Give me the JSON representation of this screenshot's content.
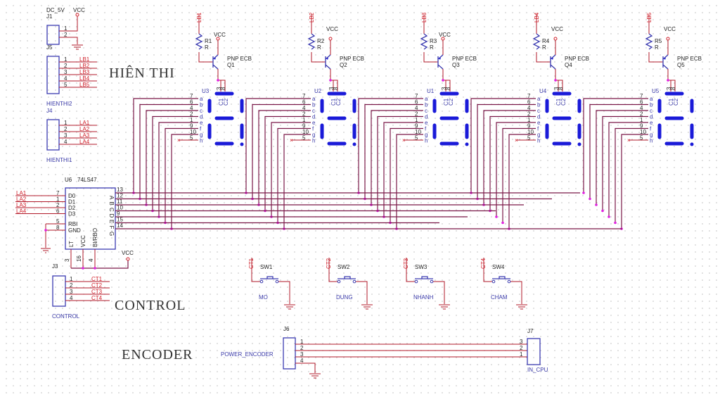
{
  "titles": {
    "display": "HIÊN THI",
    "control": "CONTROL",
    "encoder": "ENCODER"
  },
  "power": {
    "ref": "J1",
    "name": "DC_5V",
    "vcc": "VCC",
    "pins": [
      "1",
      "2"
    ],
    "bottom_ref": "J5"
  },
  "hienthi2": {
    "name": "HIENTHI2",
    "ref": "J4",
    "pins": [
      "1",
      "2",
      "3",
      "4",
      "5"
    ],
    "nets": [
      "LB1",
      "LB2",
      "LB3",
      "LB4",
      "LB5"
    ]
  },
  "hienthi1": {
    "name": "HIENTHI1",
    "pins": [
      "1",
      "2",
      "3",
      "4"
    ],
    "nets": [
      "LA1",
      "LA2",
      "LA3",
      "LA4"
    ]
  },
  "decoder": {
    "ref": "U6",
    "part": "74LS47",
    "inputs": [
      {
        "net": "LA1",
        "pin": "7",
        "name": "D0"
      },
      {
        "net": "LA2",
        "pin": "1",
        "name": "D1"
      },
      {
        "net": "LA3",
        "pin": "2",
        "name": "D2"
      },
      {
        "net": "LA4",
        "pin": "6",
        "name": "D3"
      }
    ],
    "rbi": {
      "pin": "5",
      "name": "RBI"
    },
    "gnd": {
      "pin": "8",
      "name": "GND"
    },
    "bottom": [
      {
        "pin": "3",
        "name": "LT"
      },
      {
        "pin": "16",
        "name": "VCC"
      },
      {
        "pin": "4",
        "name": "BI/RBO"
      }
    ],
    "outputs": [
      {
        "pin": "13",
        "name": "A"
      },
      {
        "pin": "12",
        "name": "B"
      },
      {
        "pin": "11",
        "name": "C"
      },
      {
        "pin": "10",
        "name": "D"
      },
      {
        "pin": "9",
        "name": "E"
      },
      {
        "pin": "15",
        "name": "F"
      },
      {
        "pin": "14",
        "name": "G"
      }
    ],
    "vcc": "VCC"
  },
  "displays": [
    {
      "ref": "U3",
      "net": "LB1",
      "res": "R1",
      "res_val": "R",
      "tr": "Q1",
      "tr_type": "PNP ECB"
    },
    {
      "ref": "U2",
      "net": "LB2",
      "res": "R2",
      "res_val": "R",
      "tr": "Q2",
      "tr_type": "PNP ECB"
    },
    {
      "ref": "U1",
      "net": "LB3",
      "res": "R3",
      "res_val": "R",
      "tr": "Q3",
      "tr_type": "PNP ECB"
    },
    {
      "ref": "U4",
      "net": "LB4",
      "res": "R4",
      "res_val": "R",
      "tr": "Q4",
      "tr_type": "PNP ECB"
    },
    {
      "ref": "U5",
      "net": "LB5",
      "res": "R5",
      "res_val": "R",
      "tr": "Q5",
      "tr_type": "PNP ECB"
    }
  ],
  "display_pins": {
    "numbers": [
      "7",
      "6",
      "4",
      "2",
      "1",
      "9",
      "10",
      "5"
    ],
    "segments": [
      "a",
      "b",
      "c",
      "d",
      "e",
      "f",
      "g",
      "h"
    ],
    "common": [
      "C1",
      "C2"
    ],
    "common_pins": [
      "3",
      "8"
    ],
    "vcc": "VCC"
  },
  "control": {
    "ref": "J3",
    "name": "CONTROL",
    "pins": [
      "1",
      "2",
      "3",
      "4"
    ],
    "nets": [
      "CT1",
      "CT2",
      "CT3",
      "CT4"
    ]
  },
  "switches": [
    {
      "ref": "SW1",
      "net": "CT1",
      "label": "MO"
    },
    {
      "ref": "SW2",
      "net": "CT2",
      "label": "DUNG"
    },
    {
      "ref": "SW3",
      "net": "CT3",
      "label": "NHANH"
    },
    {
      "ref": "SW4",
      "net": "CT4",
      "label": "CHAM"
    }
  ],
  "encoder": {
    "left": {
      "ref": "J6",
      "name": "POWER_ENCODER",
      "pins": [
        "1",
        "2",
        "3",
        "4"
      ]
    },
    "right": {
      "ref": "J7",
      "name": "IN_CPU",
      "pins": [
        "3",
        "2",
        "1"
      ]
    }
  }
}
